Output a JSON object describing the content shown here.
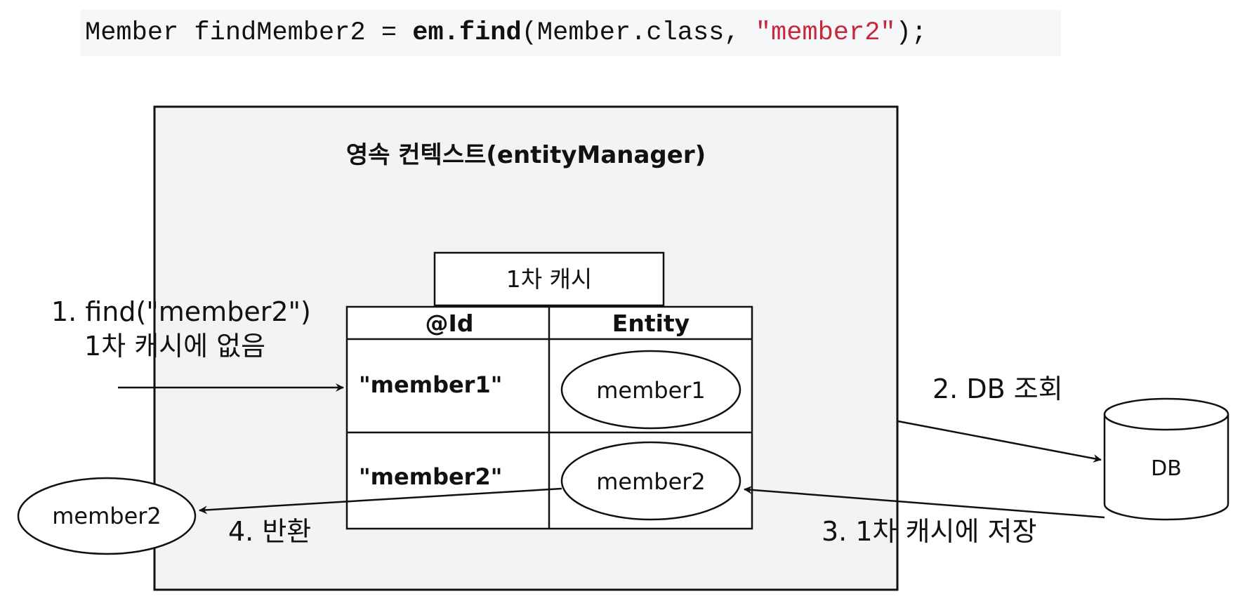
{
  "code": {
    "part1": "Member findMember2 = ",
    "part2": "em.find",
    "part3": "(Member.class, ",
    "part4": "\"member2\"",
    "part5": ");"
  },
  "context": {
    "title": "영속 컨텍스트(entityManager)"
  },
  "cache": {
    "label": "1차 캐시",
    "headers": {
      "id": "@Id",
      "entity": "Entity"
    },
    "rows": [
      {
        "id": "\"member1\"",
        "entity": "member1"
      },
      {
        "id": "\"member2\"",
        "entity": "member2"
      }
    ]
  },
  "steps": {
    "step1_line1": "1. find(\"member2\")",
    "step1_line2": "1차 캐시에 없음",
    "step2": "2. DB 조회",
    "step3": "3. 1차 캐시에 저장",
    "step4": "4. 반환"
  },
  "db": {
    "label": "DB"
  },
  "result": {
    "label": "member2"
  },
  "colors": {
    "context_fill": "#f3f3f3",
    "string_literal": "#c6283d",
    "line": "#111111"
  }
}
